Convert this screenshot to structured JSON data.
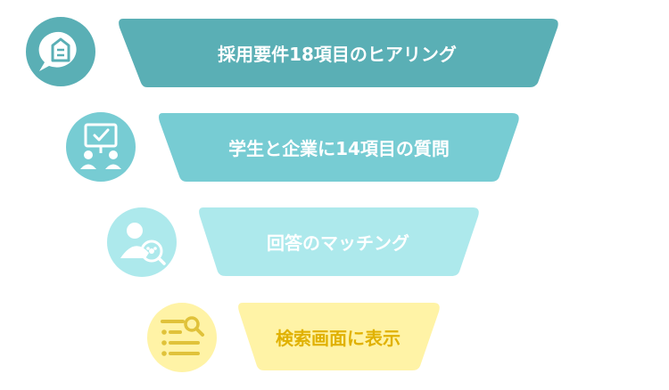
{
  "steps": [
    {
      "label": "採用要件18項目のヒアリング",
      "color": "#5aafb5",
      "text_color": "#ffffff",
      "icon": "building-speech-icon",
      "icon_color": "#5aafb5"
    },
    {
      "label": "学生と企業に14項目の質問",
      "color": "#77ccd3",
      "text_color": "#ffffff",
      "icon": "people-presentation-icon",
      "icon_color": "#77ccd3"
    },
    {
      "label": "回答のマッチング",
      "color": "#ade9ec",
      "text_color": "#ffffff",
      "icon": "user-search-icon",
      "icon_color": "#ade9ec"
    },
    {
      "label": "検索画面に表示",
      "color": "#fff3a6",
      "text_color": "#e0b100",
      "icon": "list-search-icon",
      "icon_color": "#fff3a6"
    }
  ]
}
